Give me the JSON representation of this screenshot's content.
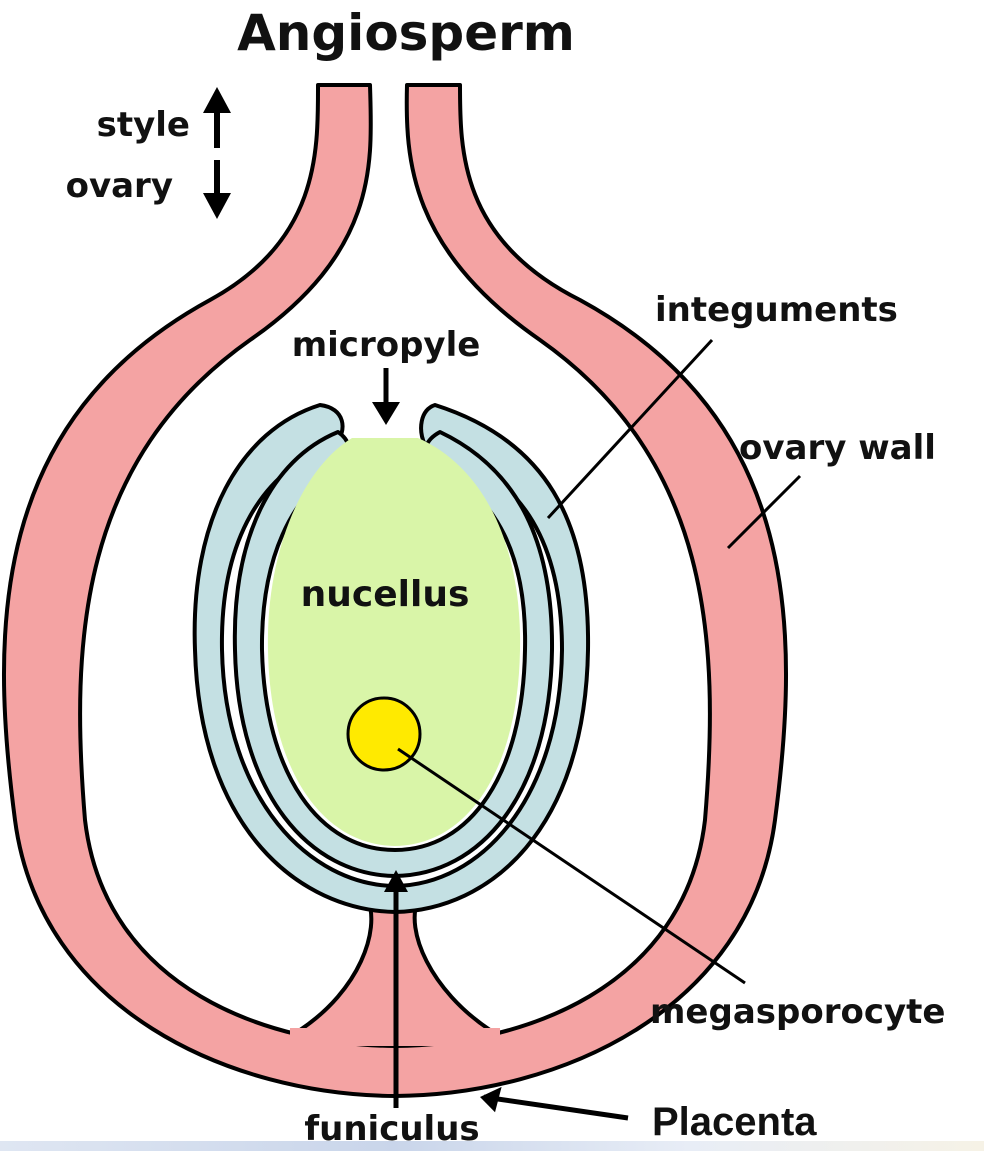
{
  "diagram": {
    "title": "Angiosperm",
    "labels": {
      "style": "style",
      "ovary": "ovary",
      "micropyle": "micropyle",
      "integuments": "integuments",
      "ovary_wall": "ovary wall",
      "nucellus": "nucellus",
      "megasporocyte": "megasporocyte",
      "placenta": "Placenta",
      "funiculus": "funiculus"
    },
    "colors": {
      "ovary_wall": "#f4a3a3",
      "integuments": "#c4e0e3",
      "nucellus": "#d9f5a8",
      "megasporocyte": "#ffea00",
      "outline": "#000000"
    }
  }
}
